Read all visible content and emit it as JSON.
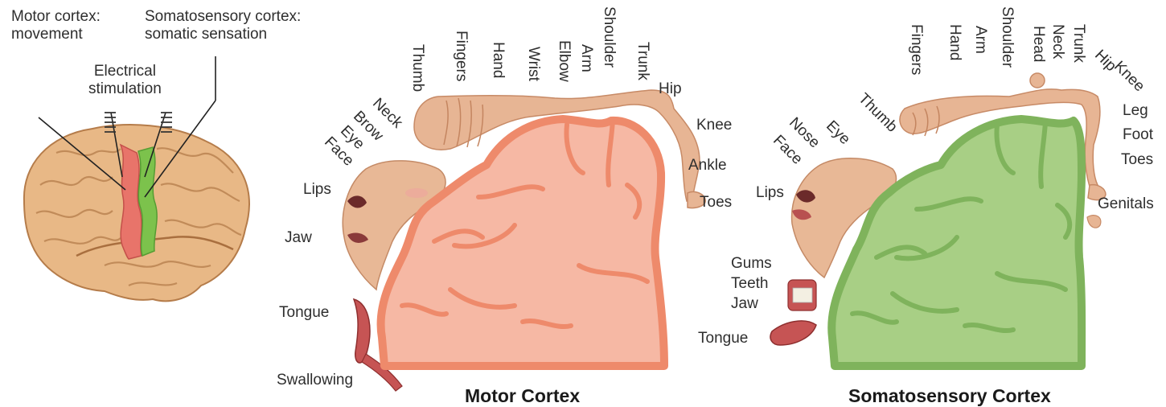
{
  "brain": {
    "motor_label": [
      "Motor cortex:",
      "movement"
    ],
    "sensory_label": [
      "Somatosensory cortex:",
      "somatic sensation"
    ],
    "stim_label": [
      "Electrical",
      "stimulation"
    ]
  },
  "motor": {
    "title": "Motor Cortex",
    "top_labels": [
      "Thumb",
      "Fingers",
      "Hand",
      "Wrist",
      "Elbow",
      "Arm",
      "Shoulder",
      "Trunk"
    ],
    "diag_labels": [
      "Neck",
      "Brow",
      "Eye",
      "Face"
    ],
    "right_labels": [
      "Hip",
      "Knee",
      "Ankle",
      "Toes"
    ],
    "left_labels": [
      "Lips",
      "Jaw",
      "Tongue",
      "Swallowing"
    ]
  },
  "sensory": {
    "title": "Somatosensory Cortex",
    "top_labels": [
      "Fingers",
      "Hand",
      "Arm",
      "Shoulder",
      "Head",
      "Neck",
      "Trunk"
    ],
    "diag_labels": [
      "Thumb",
      "Eye",
      "Nose",
      "Face"
    ],
    "tilt_labels": [
      "Hip",
      "Knee"
    ],
    "right_labels": [
      "Leg",
      "Foot",
      "Toes",
      "Genitals"
    ],
    "left_labels": [
      "Lips",
      "Gums",
      "Teeth",
      "Jaw",
      "Tongue"
    ]
  },
  "colors": {
    "motor_fill": "#f6b8a4",
    "motor_edge": "#ee8a6b",
    "sensory_fill": "#a8cf85",
    "sensory_edge": "#7fb35c",
    "skin": "#edb896",
    "brain_tan": "#e8b886"
  }
}
